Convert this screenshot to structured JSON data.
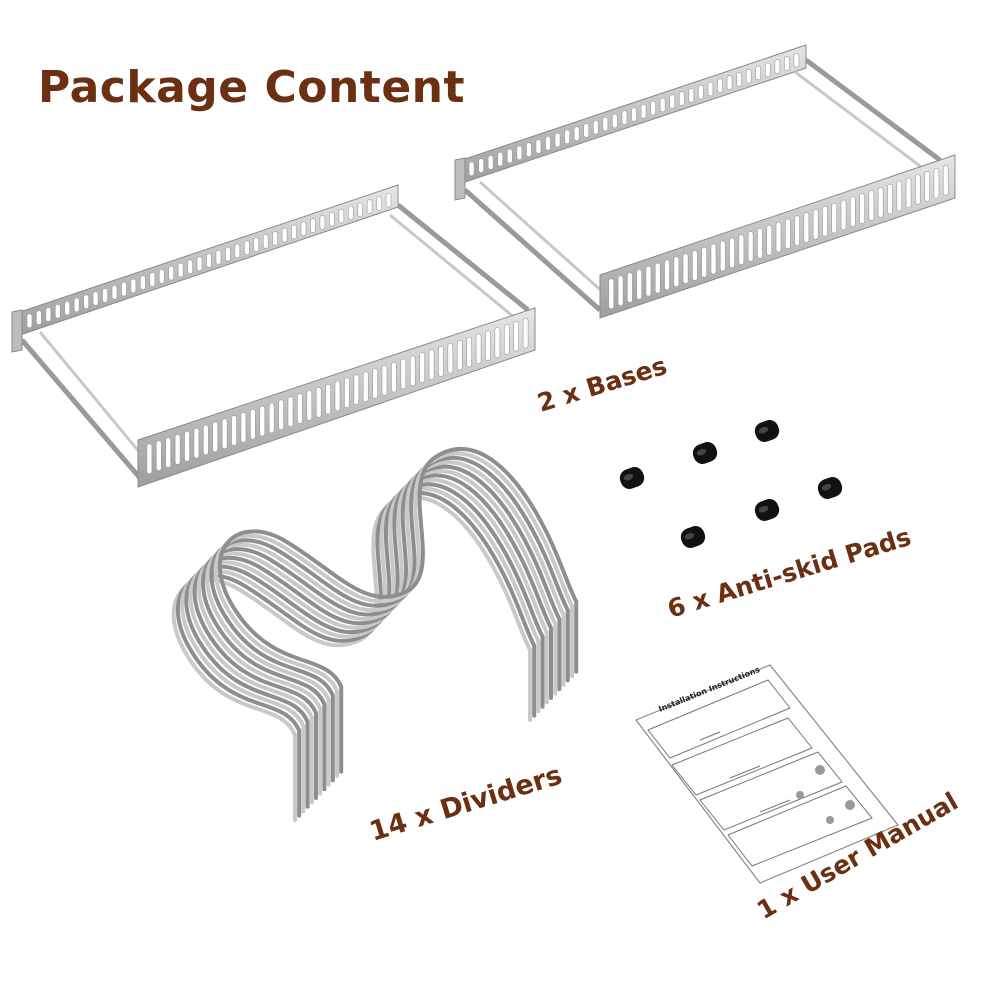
{
  "title": "Package Content",
  "items": {
    "bases": "2 x Bases",
    "pads": "6 x Anti-skid Pads",
    "dividers": "14 x Dividers",
    "manual": "1 x User Manual"
  },
  "manual_heading": "Installation Instructions",
  "colors": {
    "label_brown": "#6b2f12",
    "steel": "#b4b4b4",
    "pad_black": "#111111"
  }
}
